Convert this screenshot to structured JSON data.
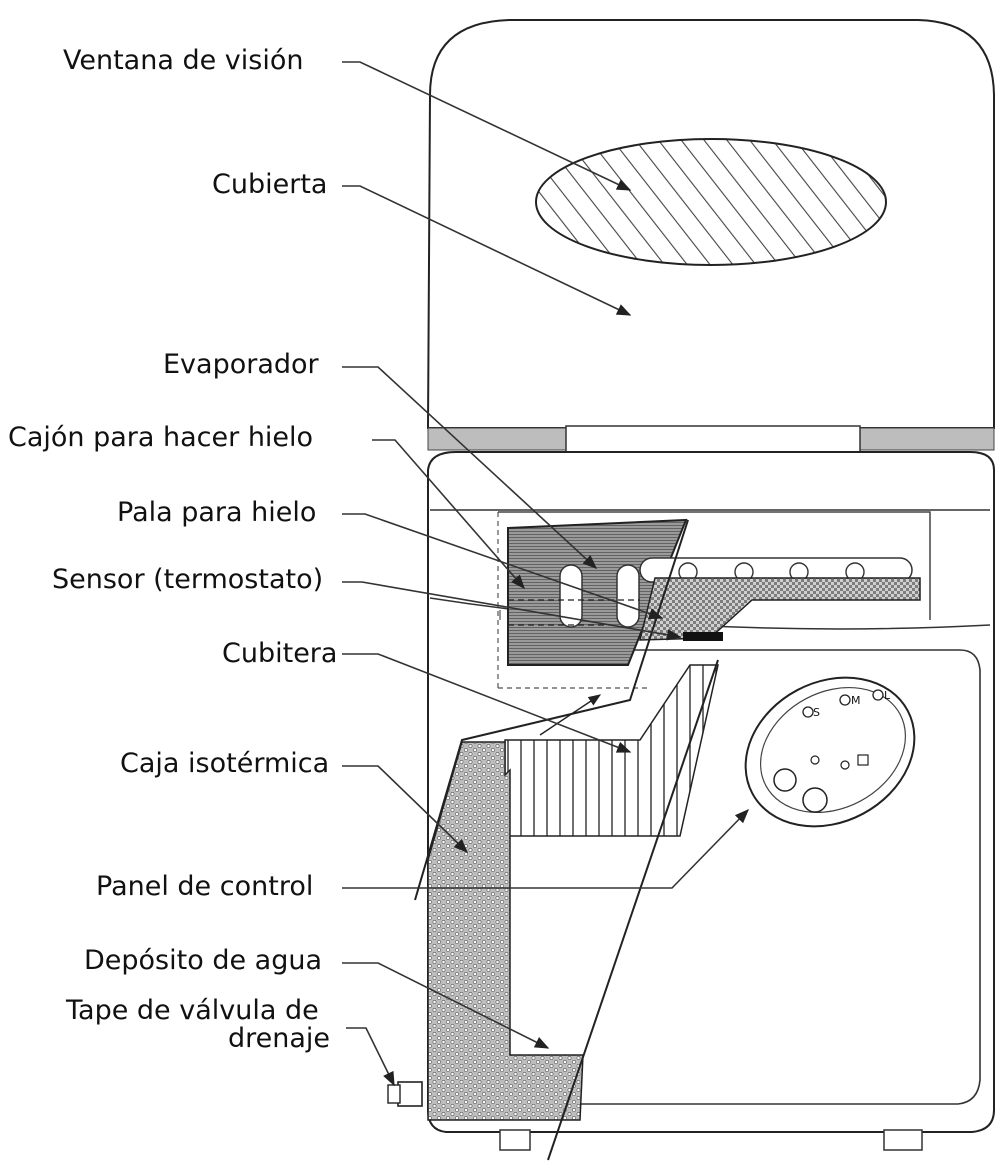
{
  "labels": {
    "ventana": "Ventana de visión",
    "cubierta": "Cubierta",
    "evaporador": "Evaporador",
    "cajon": "Cajón para hacer hielo",
    "pala": "Pala para hielo",
    "sensor": "Sensor (termostato)",
    "cubitera": "Cubitera",
    "caja": "Caja isotérmica",
    "panel": "Panel de control",
    "deposito": "Depósito de agua",
    "tape_line1": "Tape de válvula de",
    "tape_line2": "drenaje"
  },
  "control_panel": {
    "size_s": "S",
    "size_m": "M",
    "size_l": "L"
  }
}
